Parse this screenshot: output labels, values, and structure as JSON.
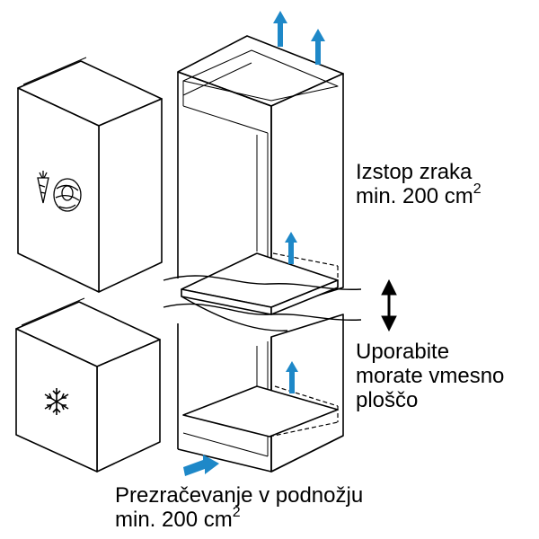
{
  "colors": {
    "line": "#000000",
    "arrow_blue": "#1e88c8",
    "background": "#ffffff"
  },
  "icons": {
    "fresh_food": "carrot-and-cabbage-icon",
    "freezer": "snowflake-icon",
    "height_adjust": "double-headed-vertical-arrow-icon"
  },
  "labels": {
    "air_out_line1": "Izstop zraka",
    "air_out_line2": "min. 200 cm",
    "air_out_sup": "2",
    "divider_line1": "Uporabite",
    "divider_line2": "morate vmesno",
    "divider_line3": "ploščo",
    "plinth_line1": "Prezračevanje v podnožju",
    "plinth_line2": "min. 200 cm",
    "plinth_sup": "2"
  }
}
